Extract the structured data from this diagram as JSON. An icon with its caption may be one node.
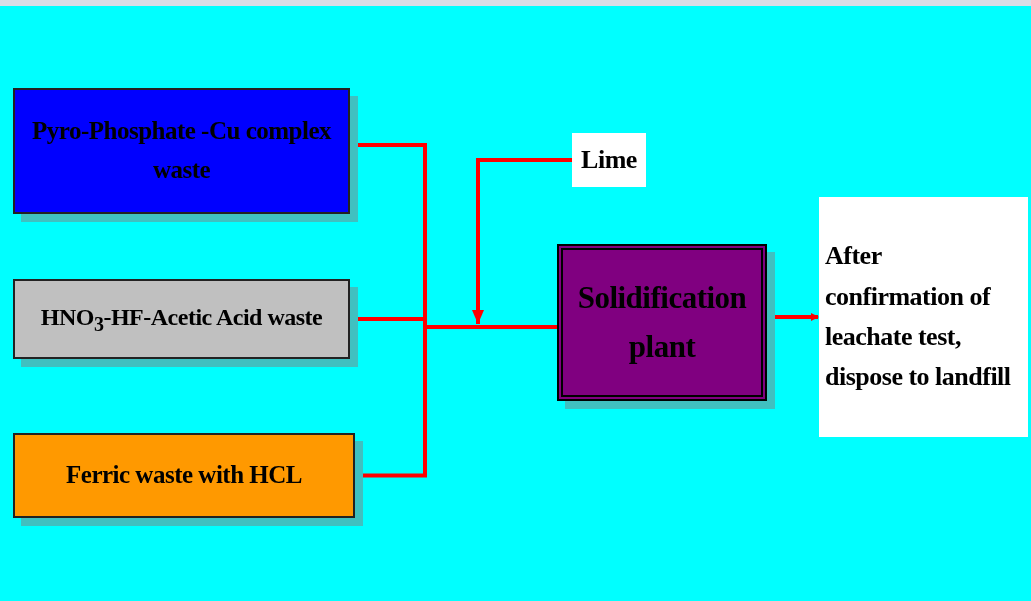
{
  "diagram": {
    "nodes": [
      {
        "text": [
          "Pyro-Phosphate -Cu complex waste"
        ]
      },
      {
        "text": [
          "HNO$_{3}$-HF-Acetic Acid waste"
        ]
      },
      {
        "text": [
          "Ferric waste with HCL"
        ]
      },
      {
        "text": [
          "Lime"
        ]
      },
      {
        "text": [
          "Solidification plant"
        ]
      },
      {
        "text": [
          "After confirmation of leachate test, dispose to landfill"
        ]
      }
    ],
    "edges": [
      {
        "from": 0,
        "to": 4,
        "arrow": "none"
      },
      {
        "from": 1,
        "to": 4,
        "arrow": "none"
      },
      {
        "from": 2,
        "to": 4,
        "arrow": "none"
      },
      {
        "from": 3,
        "to": null,
        "arrow": "to"
      },
      {
        "from": 4,
        "to": 5,
        "arrow": "to"
      }
    ]
  }
}
